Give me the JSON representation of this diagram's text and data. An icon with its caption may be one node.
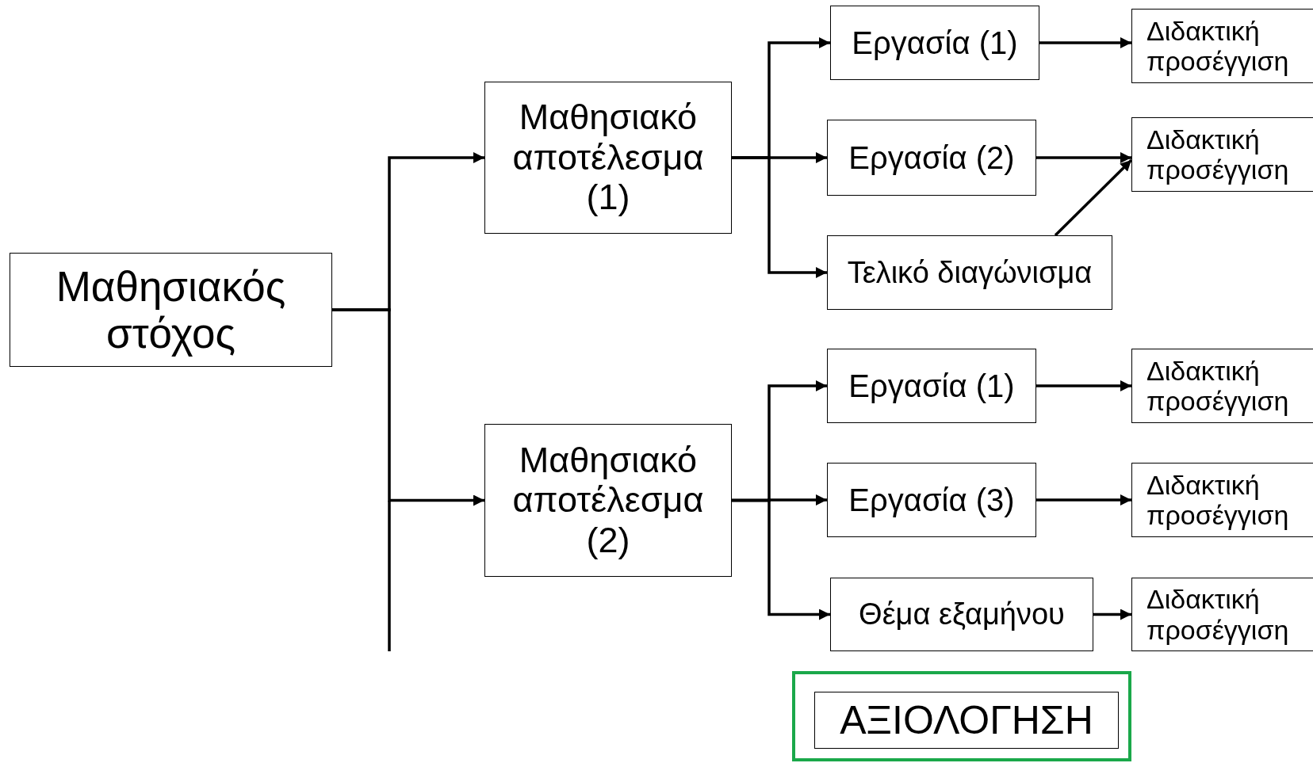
{
  "diagram": {
    "nodes": [
      {
        "text": [
          "Μαθησιακός στόχος"
        ]
      },
      {
        "text": [
          "Μαθησιακό αποτέλεσμα (1)"
        ]
      },
      {
        "text": [
          "Εργασία (1)"
        ]
      },
      {
        "text": [
          "Διδακτική προσέγγιση"
        ]
      },
      {
        "text": [
          "Εργασία (2)"
        ]
      },
      {
        "text": [
          "Διδακτική προσέγγιση"
        ]
      },
      {
        "text": [
          "Τελικό διαγώνισμα"
        ]
      },
      {
        "text": [
          "Μαθησιακό αποτέλεσμα (2)"
        ]
      },
      {
        "text": [
          "Εργασία (1)"
        ]
      },
      {
        "text": [
          "Διδακτική προσέγγιση"
        ]
      },
      {
        "text": [
          "Εργασία (3)"
        ]
      },
      {
        "text": [
          "Διδακτική προσέγγιση"
        ]
      },
      {
        "text": [
          "Θέμα εξαμήνου"
        ]
      },
      {
        "text": [
          "Διδακτική προσέγγιση"
        ]
      },
      {
        "text": [],
        "shape": "box"
      },
      {
        "text": [
          "ΑΞΙΟΛΟΓΗΣΗ"
        ],
        "in": 14
      }
    ],
    "edges": [
      {
        "from": 0,
        "to": 1,
        "arrow": "to"
      },
      {
        "from": 0,
        "to": 7,
        "arrow": "to"
      },
      {
        "from": 1,
        "to": 2,
        "arrow": "to"
      },
      {
        "from": 1,
        "to": 4,
        "arrow": "to"
      },
      {
        "from": 1,
        "to": 6,
        "arrow": "to"
      },
      {
        "from": 2,
        "to": 3,
        "arrow": "to"
      },
      {
        "from": 4,
        "to": 5,
        "arrow": "to"
      },
      {
        "from": 6,
        "to": 5,
        "arrow": "to"
      },
      {
        "from": 7,
        "to": 8,
        "arrow": "to"
      },
      {
        "from": 7,
        "to": 10,
        "arrow": "to"
      },
      {
        "from": 7,
        "to": 12,
        "arrow": "to"
      },
      {
        "from": 8,
        "to": 9,
        "arrow": "to"
      },
      {
        "from": 10,
        "to": 11,
        "arrow": "to"
      },
      {
        "from": 12,
        "to": 13,
        "arrow": "to"
      }
    ]
  }
}
